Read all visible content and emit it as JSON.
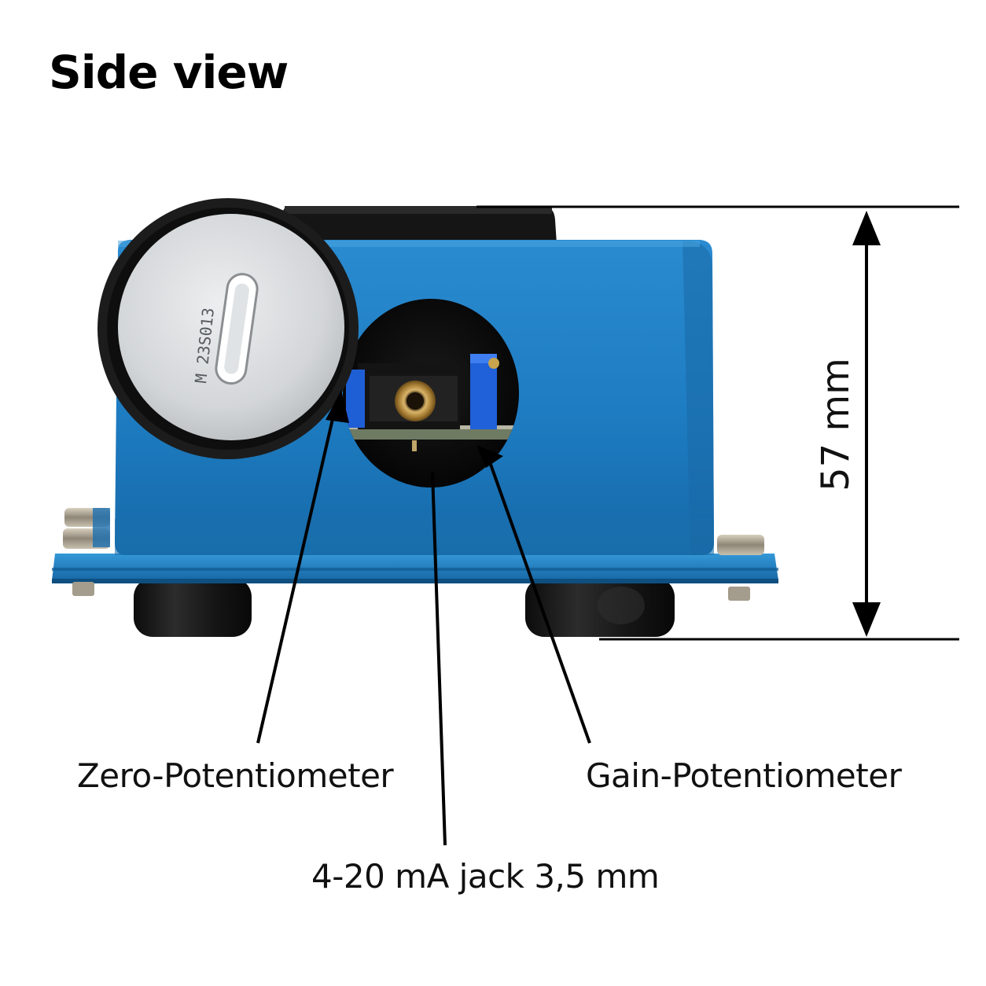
{
  "title": "Side view",
  "dimension": {
    "label": "57 mm"
  },
  "callouts": {
    "zero": "Zero-Potentiometer",
    "gain": "Gain-Potentiometer",
    "jack": "4-20 mA jack 3,5 mm"
  },
  "device": {
    "cap_marking": "M 23S013"
  },
  "colors": {
    "housing_blue": "#1f7fc4",
    "housing_dark": "#125a92",
    "housing_light": "#3a9ad8",
    "cap_silver": "#d9dcde",
    "rubber_black": "#1a1a1a",
    "line_black": "#000000"
  }
}
